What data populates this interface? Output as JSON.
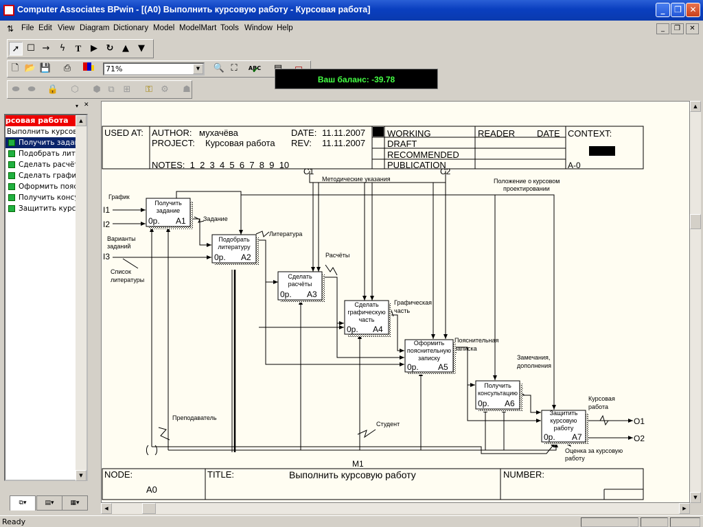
{
  "window": {
    "title": "Computer Associates BPwin - [(A0) Выполнить курсовую работу  - Курсовая работа]"
  },
  "menu": [
    "File",
    "Edit",
    "View",
    "Diagram",
    "Dictionary",
    "Model",
    "ModelMart",
    "Tools",
    "Window",
    "Help"
  ],
  "toolbar": {
    "zoom": "71%"
  },
  "balance": "Ваш баланс: -39.78",
  "tree": {
    "header": "рсовая работа",
    "root": "Выполнить курсову",
    "items": [
      "Получить задан",
      "Подобрать лите",
      "Сделать расчёт",
      "Сделать графи",
      "Оформить пояс",
      "Получить консу",
      "Защитить курсо"
    ]
  },
  "status": "Ready",
  "colors": {
    "selection": "#0a246a",
    "tree_header": "#e00000",
    "balance_text": "#44ff44",
    "node_square": "#20b040"
  },
  "header_frame": {
    "used_at": "USED AT:",
    "author_label": "AUTHOR:",
    "author": "мухачёва",
    "project_label": "PROJECT:",
    "project": "Курсовая работа",
    "date_label": "DATE:",
    "date": "11.11.2007",
    "rev_label": "REV:",
    "rev": "11.11.2007",
    "notes": "NOTES:  1  2  3  4  5  6  7  8  9  10",
    "status_rows": [
      "WORKING",
      "DRAFT",
      "RECOMMENDED",
      "PUBLICATION"
    ],
    "reader": "READER",
    "reader_date": "DATE",
    "context": "CONTEXT:",
    "context_node": "A-0"
  },
  "footer_frame": {
    "node_label": "NODE:",
    "node": "A0",
    "title_label": "TITLE:",
    "title": "Выполнить курсовую работу",
    "number_label": "NUMBER:"
  },
  "activities": [
    {
      "id": "A1",
      "line1": "Получить",
      "line2": "задание",
      "line3": "",
      "cost": "0р."
    },
    {
      "id": "A2",
      "line1": "Подобрать",
      "line2": "литературу",
      "line3": "",
      "cost": "0р."
    },
    {
      "id": "A3",
      "line1": "Сделать",
      "line2": "расчёты",
      "line3": "",
      "cost": "0р."
    },
    {
      "id": "A4",
      "line1": "Сделать",
      "line2": "графическую",
      "line3": "часть",
      "cost": "0р."
    },
    {
      "id": "A5",
      "line1": "Оформить",
      "line2": "пояснительную",
      "line3": "записку",
      "cost": "0р."
    },
    {
      "id": "A6",
      "line1": "Получить",
      "line2": "консультацию",
      "line3": "",
      "cost": "0р."
    },
    {
      "id": "A7",
      "line1": "Защитить",
      "line2": "курсовую",
      "line3": "работу",
      "cost": "0р."
    }
  ],
  "arrow_labels": {
    "grafik": "График",
    "zadanie": "Задание",
    "varianty1": "Варианты",
    "varianty2": "заданий",
    "spisok1": "Список",
    "spisok2": "литературы",
    "literatura": "Литература",
    "raschety": "Расчёты",
    "metod": "Методические указания",
    "polozhenie1": "Положение о курсовом",
    "polozhenie2": "проектировании",
    "graf1": "Графическая",
    "graf2": "часть",
    "poyasn1": "Пояснительная",
    "poyasn2": "записка",
    "zamech1": "Замечания,",
    "zamech2": "дополнения",
    "kursovaya1": "Курсовая",
    "kursovaya2": "работа",
    "ocenka1": "Оценка за курсовую",
    "ocenka2": "работу",
    "prepodavatel": "Преподаватель",
    "student": "Студент"
  },
  "icom": {
    "i1": "I1",
    "i2": "I2",
    "i3": "I3",
    "c1": "C1",
    "c2": "C2",
    "m1": "M1",
    "o1": "O1",
    "o2": "O2"
  }
}
